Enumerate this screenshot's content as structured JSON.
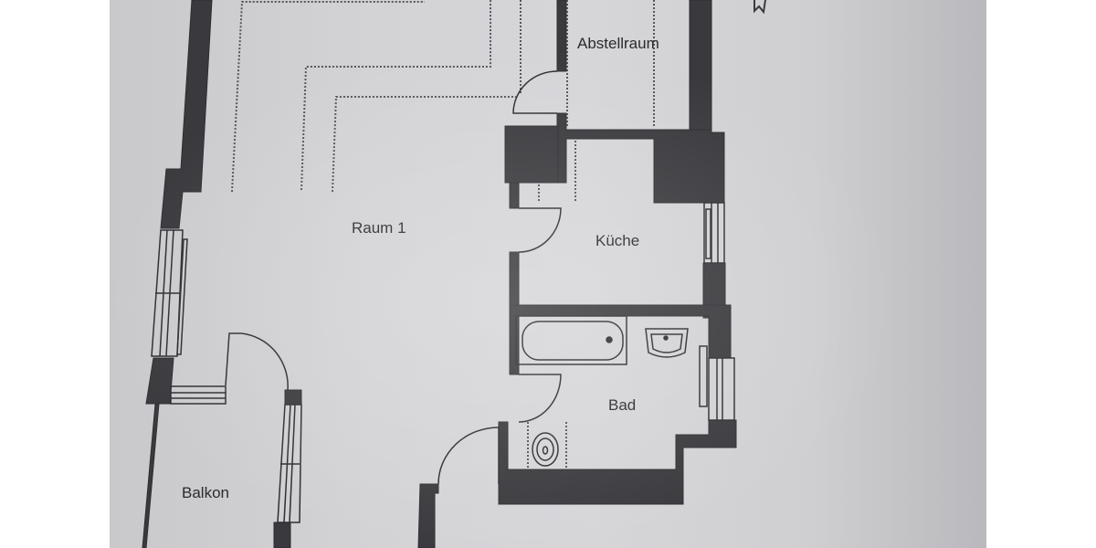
{
  "plan": {
    "type": "floor-plan",
    "colors": {
      "paper": "#d3d3d6",
      "wall": "#3a3a3e",
      "line": "#2e2e32",
      "dotted": "#55555a"
    },
    "rooms": [
      {
        "id": "raum1",
        "label": "Raum 1"
      },
      {
        "id": "abstellraum",
        "label": "Abstellraum"
      },
      {
        "id": "kueche",
        "label": "Küche"
      },
      {
        "id": "bad",
        "label": "Bad"
      },
      {
        "id": "balkon",
        "label": "Balkon"
      }
    ],
    "fixtures": [
      {
        "id": "bathtub",
        "room": "bad"
      },
      {
        "id": "washbasin",
        "room": "bad"
      },
      {
        "id": "toilet",
        "room": "bad"
      }
    ],
    "icons": [
      {
        "id": "north-arrow",
        "name": "north-arrow-icon"
      }
    ]
  }
}
